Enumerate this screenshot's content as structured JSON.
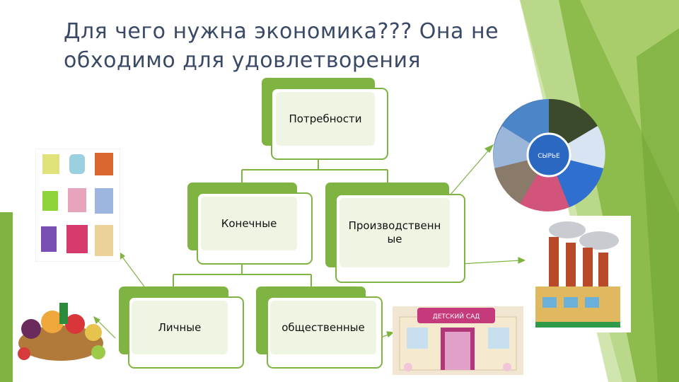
{
  "title": "Для чего нужна экономика??? Она не обходимо для удовлетворения",
  "nodes": {
    "root": "Потребности",
    "final": "Конечные",
    "production": "Производственн ые",
    "personal": "Личные",
    "public": "общественные"
  },
  "images": {
    "raw_label": "СЫРЬЕ",
    "kindergarten_sign": "ДЕТСКИЙ САД"
  },
  "colors": {
    "accent": "#7fb342",
    "title": "#3a4a66",
    "node_fill": "#eef5e3"
  }
}
